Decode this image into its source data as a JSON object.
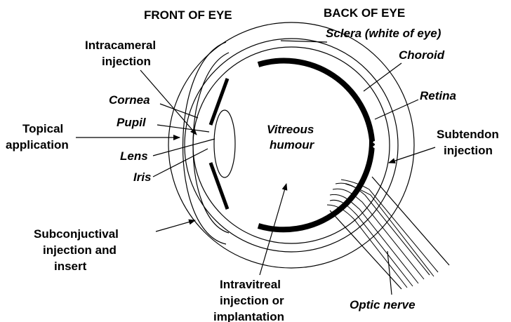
{
  "headings": {
    "front": "FRONT OF EYE",
    "back": "BACK OF EYE"
  },
  "labels": {
    "sclera": "Sclera (white of eye)",
    "choroid": "Choroid",
    "retina": "Retina",
    "cornea": "Cornea",
    "pupil": "Pupil",
    "lens": "Lens",
    "iris": "Iris",
    "vitreous_line1": "Vitreous",
    "vitreous_line2": "humour",
    "optic_nerve": "Optic nerve"
  },
  "routes": {
    "intracameral_line1": "Intracameral",
    "intracameral_line2": "injection",
    "topical_line1": "Topical",
    "topical_line2": "application",
    "subtendon_line1": "Subtendon",
    "subtendon_line2": "injection",
    "subconj_line1": "Subconjuctival",
    "subconj_line2": "injection and",
    "subconj_line3": "insert",
    "intravitreal_line1": "Intravitreal",
    "intravitreal_line2": "injection or",
    "intravitreal_line3": "implantation"
  }
}
